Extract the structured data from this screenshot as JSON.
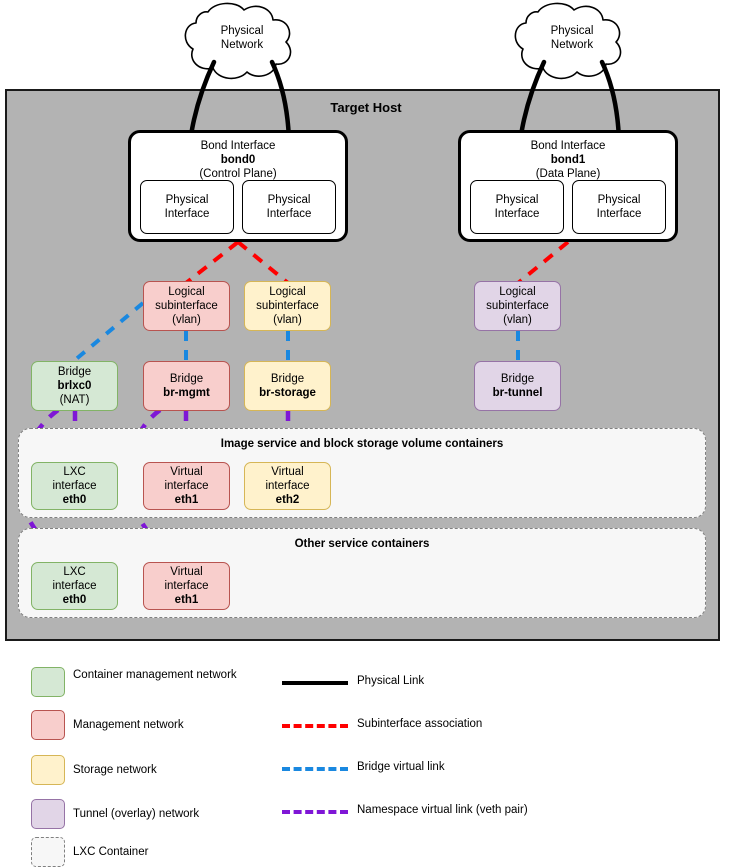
{
  "diagram": {
    "host": {
      "title": "Target Host"
    },
    "clouds": [
      {
        "name": "cloud-left",
        "line1": "Physical",
        "line2": "Network"
      },
      {
        "name": "cloud-right",
        "line1": "Physical",
        "line2": "Network"
      }
    ],
    "bonds": [
      {
        "name": "bond0",
        "title": "Bond Interface",
        "id": "bond0",
        "role": "(Control Plane)",
        "interfaces": [
          {
            "line1": "Physical",
            "line2": "Interface"
          },
          {
            "line1": "Physical",
            "line2": "Interface"
          }
        ]
      },
      {
        "name": "bond1",
        "title": "Bond Interface",
        "id": "bond1",
        "role": "(Data Plane)",
        "interfaces": [
          {
            "line1": "Physical",
            "line2": "Interface"
          },
          {
            "line1": "Physical",
            "line2": "Interface"
          }
        ]
      }
    ],
    "subinterfaces": [
      {
        "key": "mgmt",
        "line1": "Logical",
        "line2": "subinterface",
        "line3": "(vlan)",
        "color": "red"
      },
      {
        "key": "storage",
        "line1": "Logical",
        "line2": "subinterface",
        "line3": "(vlan)",
        "color": "yellow"
      },
      {
        "key": "tunnel",
        "line1": "Logical",
        "line2": "subinterface",
        "line3": "(vlan)",
        "color": "purple"
      }
    ],
    "bridges": [
      {
        "key": "brlxc0",
        "label": "Bridge",
        "id": "brlxc0",
        "note": "(NAT)",
        "color": "green"
      },
      {
        "key": "br-mgmt",
        "label": "Bridge",
        "id": "br-mgmt",
        "note": "",
        "color": "red"
      },
      {
        "key": "br-storage",
        "label": "Bridge",
        "id": "br-storage",
        "note": "",
        "color": "yellow"
      },
      {
        "key": "br-tunnel",
        "label": "Bridge",
        "id": "br-tunnel",
        "note": "",
        "color": "purple"
      }
    ],
    "container_groups": [
      {
        "key": "image-block",
        "title": "Image service and block storage volume containers",
        "interfaces": [
          {
            "line1": "LXC",
            "line2": "interface",
            "id": "eth0",
            "color": "green"
          },
          {
            "line1": "Virtual",
            "line2": "interface",
            "id": "eth1",
            "color": "red"
          },
          {
            "line1": "Virtual",
            "line2": "interface",
            "id": "eth2",
            "color": "yellow"
          }
        ]
      },
      {
        "key": "other-services",
        "title": "Other service containers",
        "interfaces": [
          {
            "line1": "LXC",
            "line2": "interface",
            "id": "eth0",
            "color": "green"
          },
          {
            "line1": "Virtual",
            "line2": "interface",
            "id": "eth1",
            "color": "red"
          }
        ]
      }
    ]
  },
  "legend": {
    "swatches": [
      {
        "key": "container-management",
        "label": "Container management network",
        "fill": "#d5e8d4",
        "stroke": "#82b366"
      },
      {
        "key": "management",
        "label": "Management network",
        "fill": "#f8cecc",
        "stroke": "#b85450"
      },
      {
        "key": "storage",
        "label": "Storage network",
        "fill": "#fff2cc",
        "stroke": "#d6b656"
      },
      {
        "key": "tunnel-overlay",
        "label": "Tunnel (overlay) network",
        "fill": "#e1d5e7",
        "stroke": "#9673a6"
      },
      {
        "key": "lxc-container",
        "label": "LXC Container",
        "fill": "#f7f7f7",
        "stroke": "#808080"
      }
    ],
    "lines": [
      {
        "key": "physical-link",
        "label": "Physical Link",
        "color": "#000000",
        "style": "solid"
      },
      {
        "key": "subinterface-assoc",
        "label": "Subinterface association",
        "color": "#ff0000",
        "style": "dashed"
      },
      {
        "key": "bridge-virtual-link",
        "label": "Bridge virtual link",
        "color": "#1a88e0",
        "style": "dashed"
      },
      {
        "key": "namespace-virtual-link",
        "label": "Namespace virtual link (veth pair)",
        "color": "#7f16d6",
        "style": "dashed"
      }
    ]
  },
  "colors": {
    "host_fill": "#b3b3b3",
    "green_fill": "#d5e8d4",
    "green_stroke": "#82b366",
    "red_fill": "#f8cecc",
    "red_stroke": "#b85450",
    "yellow_fill": "#fff2cc",
    "yellow_stroke": "#d6b656",
    "purple_fill": "#e1d5e7",
    "purple_stroke": "#9673a6",
    "link_red": "#ff0000",
    "link_blue": "#1a88e0",
    "link_purple": "#7f16d6",
    "link_black": "#000000"
  }
}
